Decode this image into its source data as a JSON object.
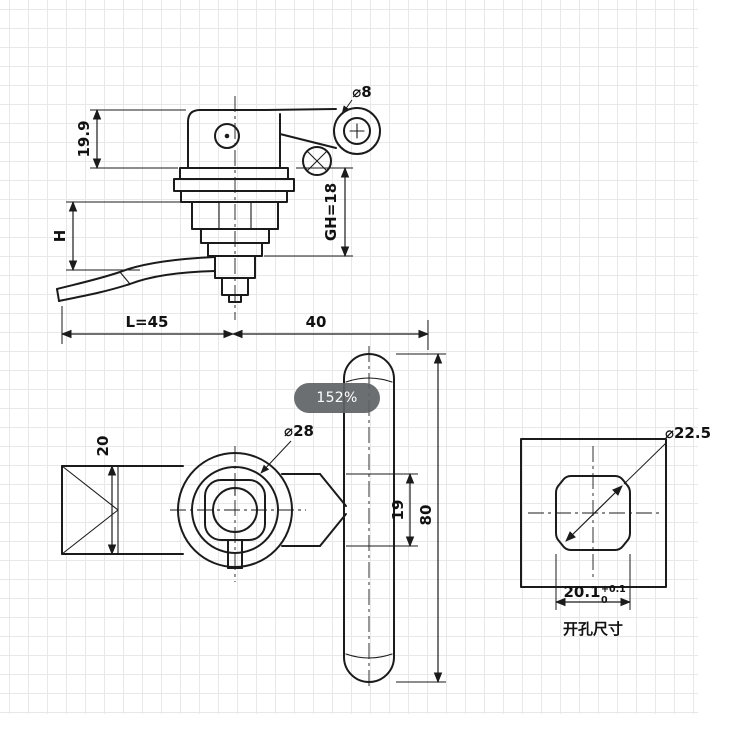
{
  "overlay": {
    "zoom_label": "152%"
  },
  "side_view": {
    "dim_head_height": "19.9",
    "dim_h": "H",
    "dim_grip": "GH=18",
    "dim_hole": "⌀8"
  },
  "width_dims": {
    "dim_l": "L=45",
    "dim_right": "40"
  },
  "front_view": {
    "dim_pawl": "20",
    "dim_boss": "⌀28",
    "dim_neck": "19",
    "dim_handle": "80"
  },
  "cutout": {
    "dim_hole": "⌀22.5",
    "dim_flat": "20.1",
    "tol_upper": "+0.1",
    "tol_lower": "0",
    "caption": "开孔尺寸"
  },
  "colors": {
    "line": "#1b1b1b",
    "grid": "#e8e8e8",
    "badge_bg": "#5e6366"
  }
}
